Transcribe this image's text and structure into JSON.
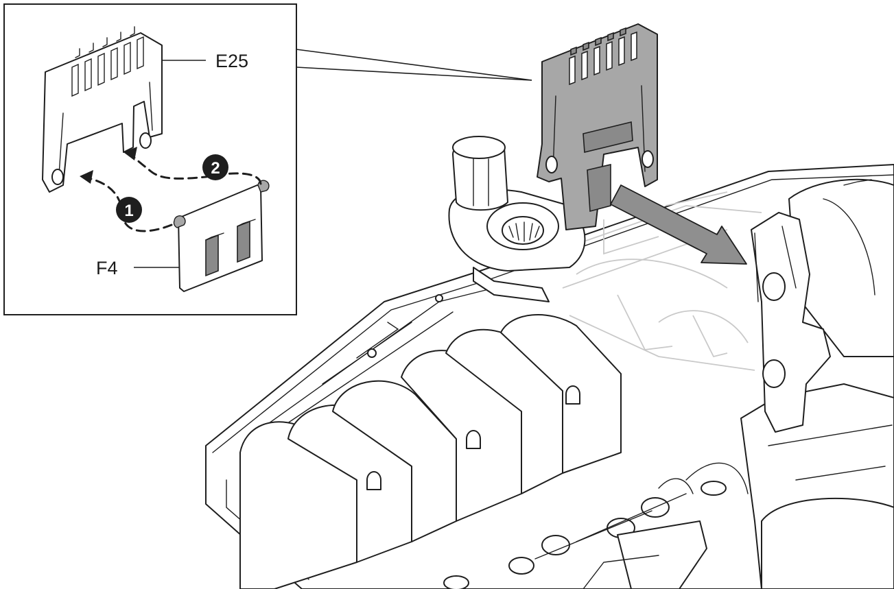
{
  "inset": {
    "labels": {
      "part_top": "E25",
      "part_bottom": "F4"
    },
    "steps": [
      "1",
      "2"
    ]
  },
  "colors": {
    "line": "#1e1e1e",
    "part_fill": "#a7a7a7",
    "arrow_fill": "#8f8f8f",
    "background": "#ffffff"
  },
  "icons": {
    "insert_direction": "arrow-right-down-icon",
    "step_marker": "numbered-circle-icon"
  }
}
